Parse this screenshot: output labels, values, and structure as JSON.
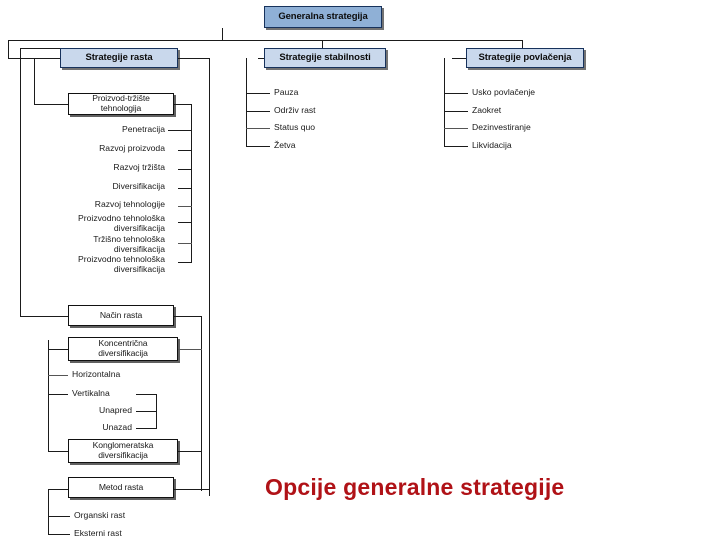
{
  "diagram": {
    "root": {
      "label": "Generalna strategija"
    },
    "level2": [
      {
        "label": "Strategije rasta"
      },
      {
        "label": "Strategije stabilnosti"
      },
      {
        "label": "Strategije povlačenja"
      }
    ],
    "growth": {
      "group1": {
        "header": "Proizvod-tržište\ntehnologija",
        "items": [
          "Penetracija",
          "Razvoj proizvoda",
          "Razvoj tržišta",
          "Diversifikacija",
          "Razvoj tehnologije",
          "Proizvodno tehnološka\ndiversifikacija",
          "Tržišno tehnološka\ndiversifikacija",
          "Proizvodno tehnološka\ndiversifikacija"
        ]
      },
      "group2": {
        "header": "Način rasta",
        "sub_header_1": "Koncentrična\ndiversifikacija",
        "items": [
          "Horizontalna",
          "Vertikalna",
          "Unapred",
          "Unazad"
        ],
        "sub_header_2": "Konglomeratska\ndiversifikacija"
      },
      "group3": {
        "header": "Metod rasta",
        "items": [
          "Organski rast",
          "Eksterni rast"
        ]
      }
    },
    "stability": {
      "items": [
        "Pauza",
        "Održiv rast",
        "Status quo",
        "Žetva"
      ]
    },
    "retrenchment": {
      "items": [
        "Usko povlačenje",
        "Zaokret",
        "Dezinvestiranje",
        "Likvidacija"
      ]
    },
    "caption": "Opcije generalne strategije",
    "colors": {
      "root_fill": "#8FB0D6",
      "level2_fill": "#C9D8EC",
      "box_border": "#17325C",
      "caption": "#B01217"
    }
  }
}
